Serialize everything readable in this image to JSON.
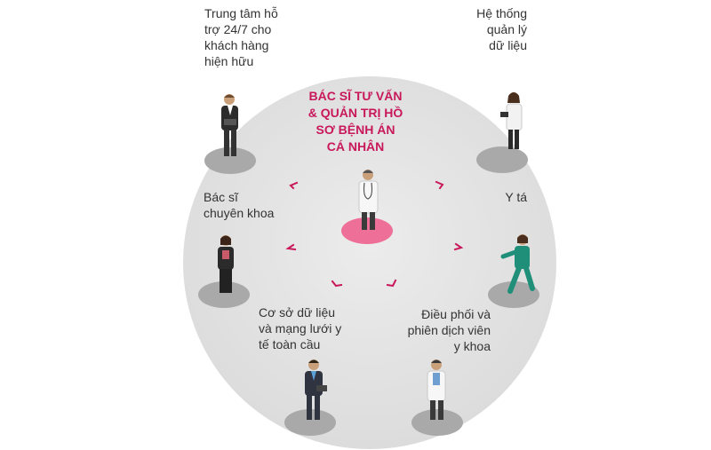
{
  "title": "BÁC SĨ TƯ VẤN\n& QUẢN TRỊ HỒ\nSƠ BỆNH ÁN\nCÁ NHÂN",
  "labels": {
    "support_center": "Trung tâm hỗ\ntrợ 24/7 cho\nkhách hàng\nhiện hữu",
    "data_system": "Hệ thống\nquản lý\ndữ liệu",
    "specialist": "Bác sĩ\nchuyên khoa",
    "nurse": "Y tá",
    "database": "Cơ sở dữ liệu\nvà mạng lưới y\ntế toàn cầu",
    "coordinator": "Điều phối và\nphiên dịch viên\ny khoa"
  },
  "colors": {
    "accent": "#c8185a",
    "platform_center": "#ee6f97",
    "circle": "#e6e6e6",
    "platform": "#a9a9a9",
    "text": "#333333"
  },
  "icons": [
    "person-figure-icon",
    "doctor-figure-icon",
    "nurse-figure-icon",
    "chevron-marker-icon"
  ]
}
